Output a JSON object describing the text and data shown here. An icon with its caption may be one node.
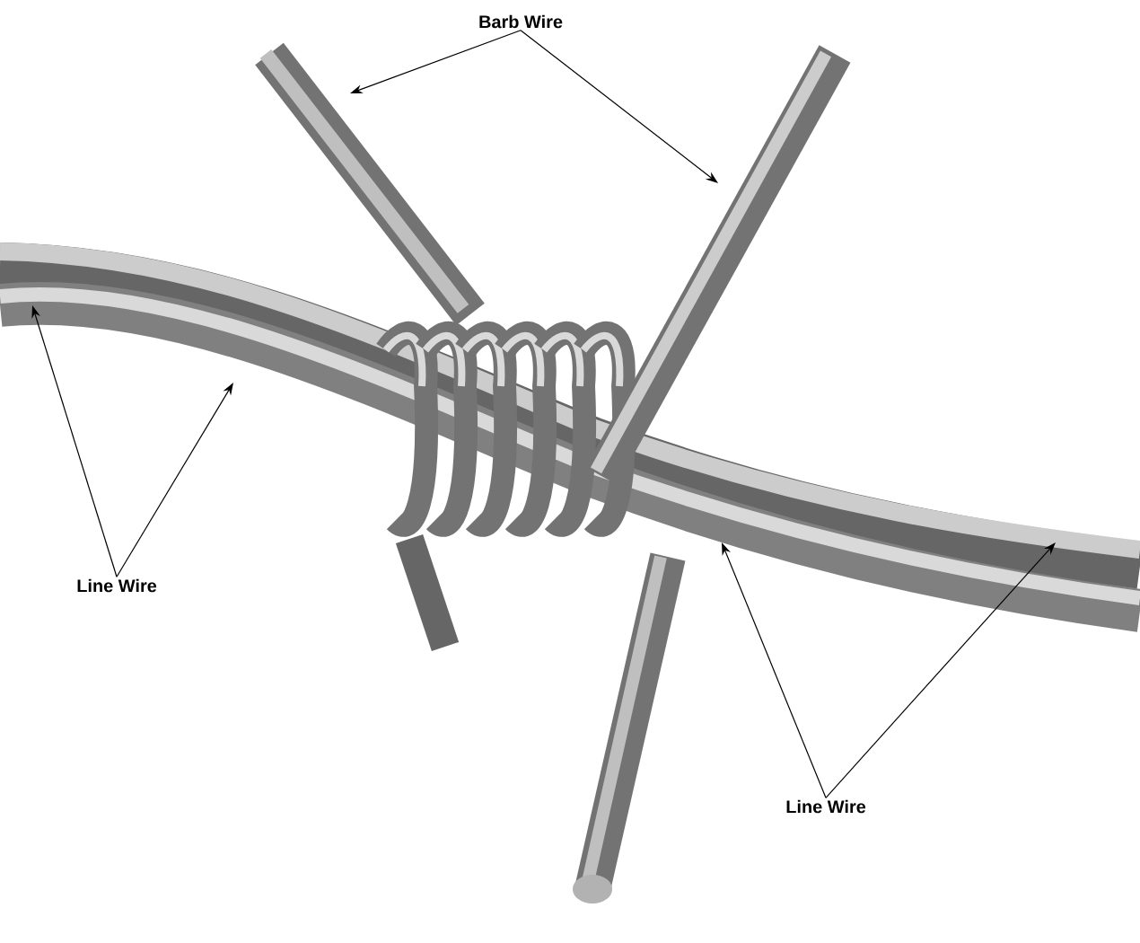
{
  "diagram": {
    "nodes": [
      {
        "text": [
          "Barb Wire"
        ]
      },
      {
        "text": [
          "Line Wire"
        ]
      },
      {
        "text": [
          "Line Wire"
        ]
      }
    ],
    "edges": [
      {
        "from": 0,
        "to": null,
        "arrow": "to"
      },
      {
        "from": 0,
        "to": null,
        "arrow": "to"
      },
      {
        "from": 1,
        "to": null,
        "arrow": "to"
      },
      {
        "from": 1,
        "to": null,
        "arrow": "to"
      },
      {
        "from": 2,
        "to": null,
        "arrow": "to"
      },
      {
        "from": 2,
        "to": null,
        "arrow": "to"
      }
    ]
  }
}
